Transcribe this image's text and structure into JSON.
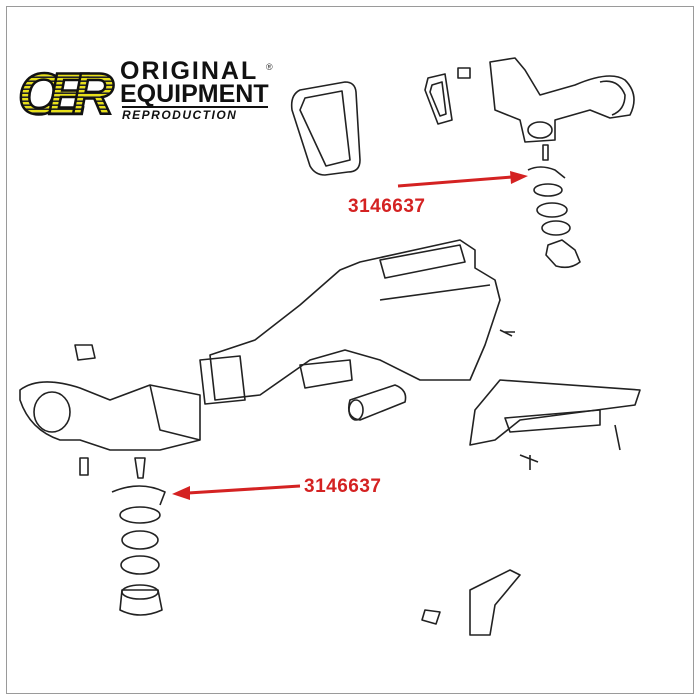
{
  "logo": {
    "mark": "OER",
    "line1": "ORIGINAL",
    "line2": "EQUIPMENT",
    "line3": "REPRODUCTION",
    "registered": "®"
  },
  "callouts": [
    {
      "part_number": "3146637"
    },
    {
      "part_number": "3146637"
    }
  ],
  "colors": {
    "callout": "#d42222",
    "logo_yellow": "#e8e01a",
    "line_art": "#222222"
  }
}
